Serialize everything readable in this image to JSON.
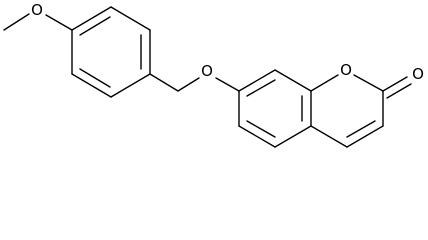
{
  "diagram": {
    "type": "chemical-structure",
    "atoms": [
      {
        "id": "o_methoxy",
        "label": "O"
      },
      {
        "id": "o_ether",
        "label": "O"
      },
      {
        "id": "o_ring",
        "label": "O"
      },
      {
        "id": "o_carbonyl",
        "label": "O"
      }
    ],
    "colors": {
      "bond": "#000000",
      "label": "#000000",
      "background": "#ffffff"
    }
  }
}
